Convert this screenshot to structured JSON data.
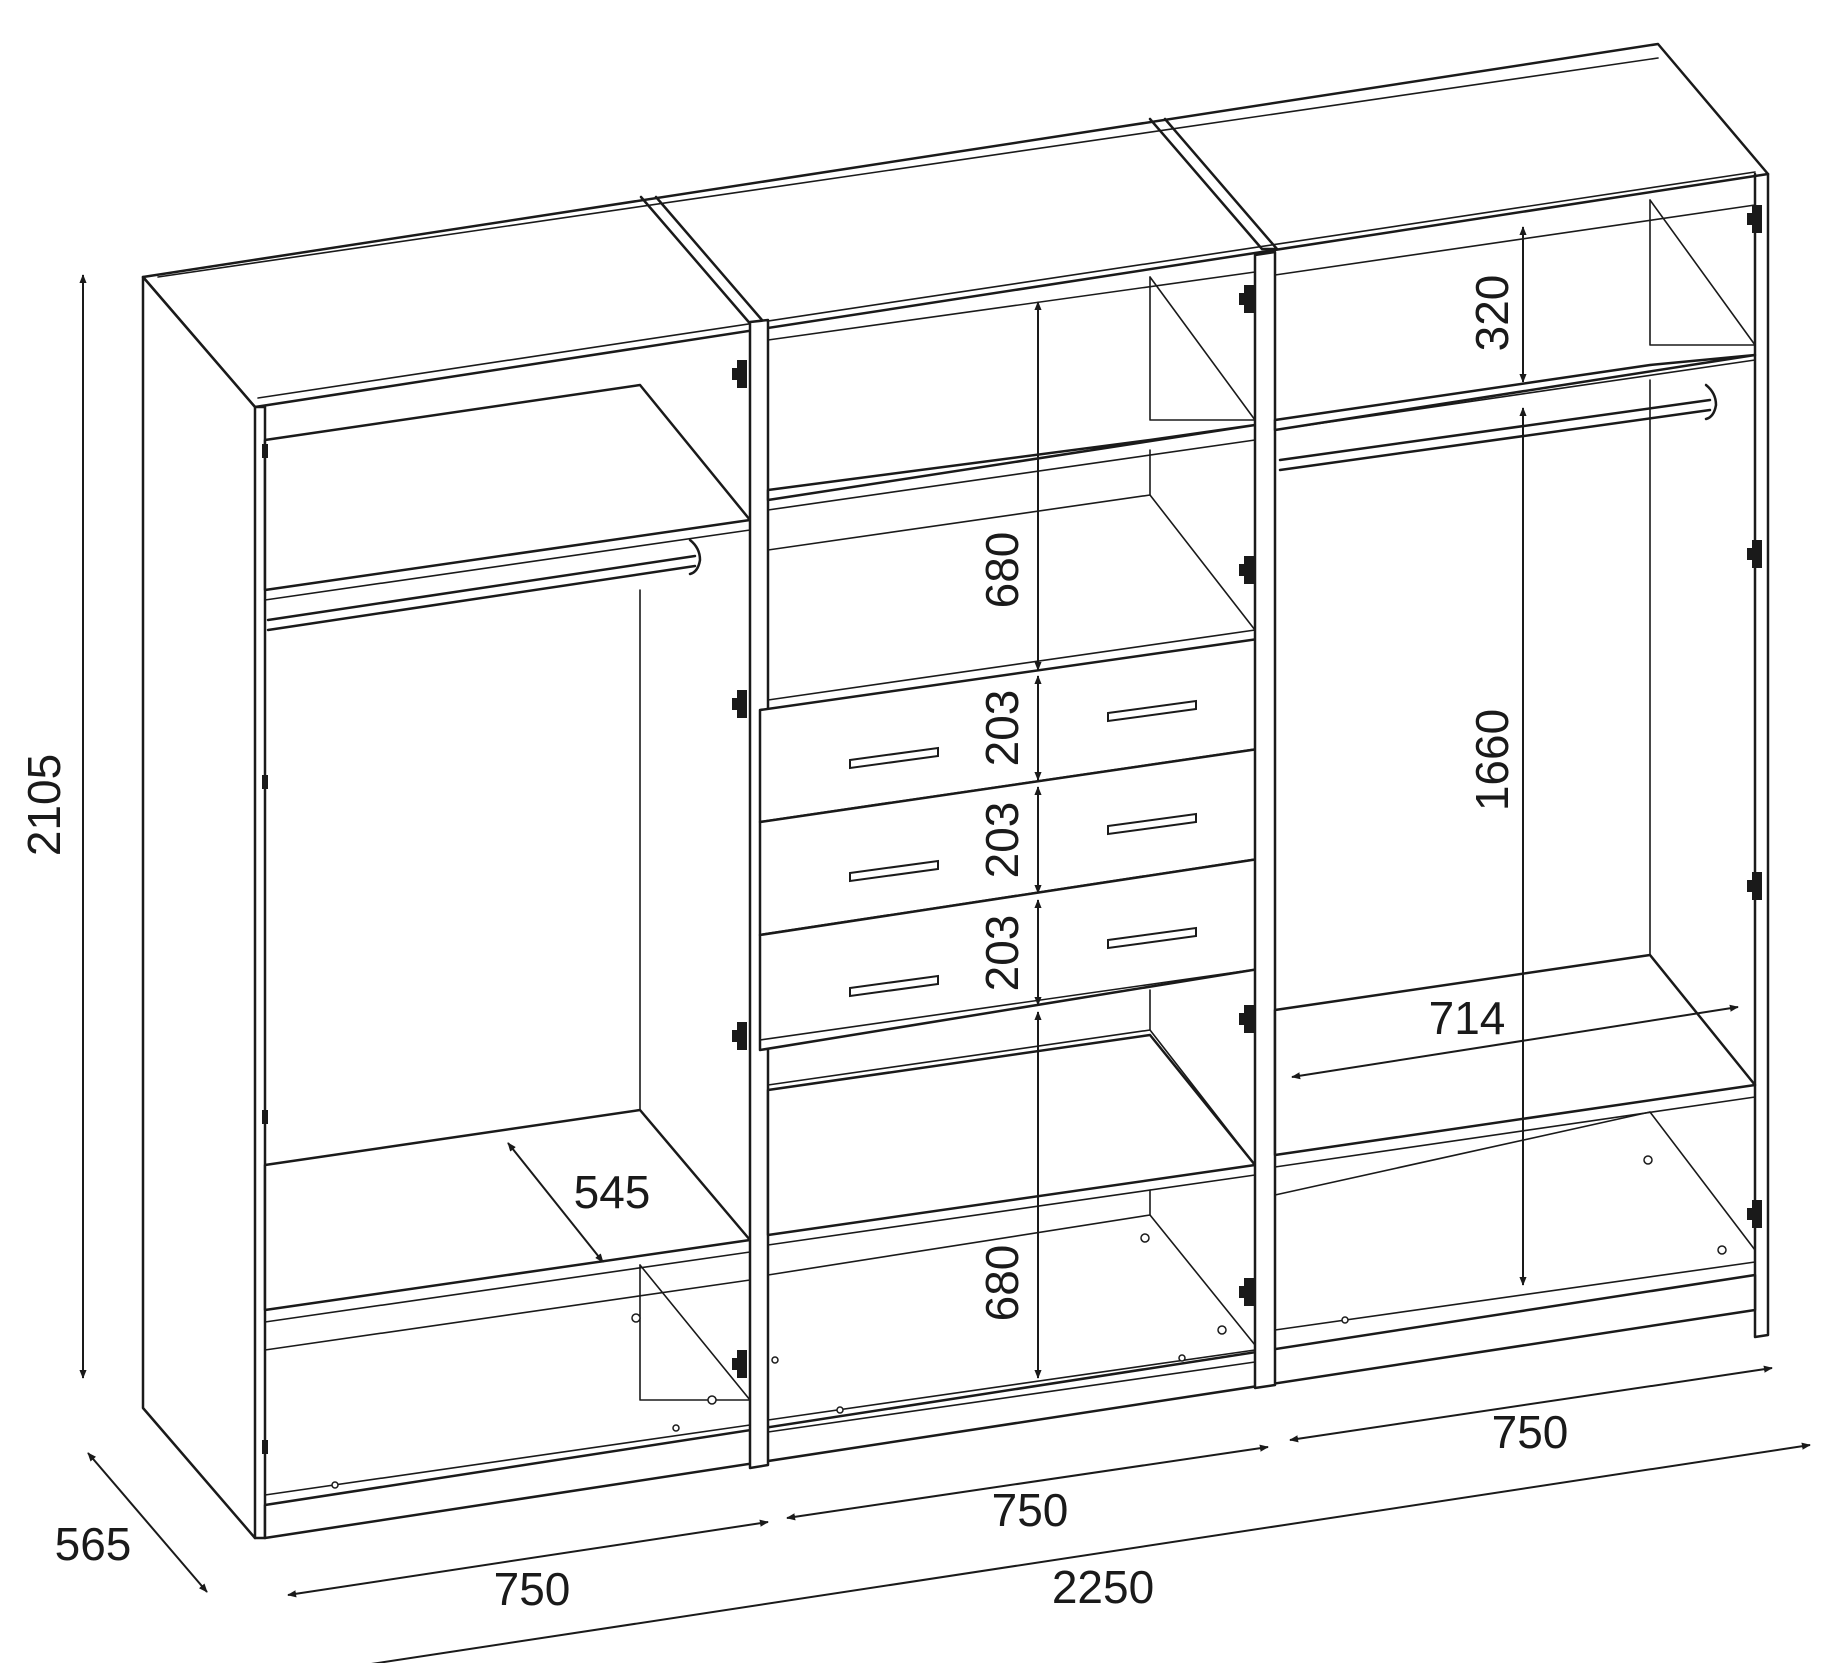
{
  "wardrobe": {
    "overall_height": "2105",
    "overall_depth": "565",
    "overall_width": "2250",
    "left_module": {
      "width": "750",
      "shelf_depth": "545"
    },
    "middle_module": {
      "width": "750",
      "upper_height": "680",
      "drawer_heights": [
        "203",
        "203",
        "203"
      ],
      "lower_height": "680"
    },
    "right_module": {
      "width": "750",
      "top_height": "320",
      "hanging_height": "1660",
      "inner_width": "714"
    }
  },
  "icons": [
    "hinge-icon",
    "handle-icon",
    "hanging-rail-icon"
  ],
  "colors": {
    "line": "#1a1a1a",
    "background": "#ffffff"
  }
}
